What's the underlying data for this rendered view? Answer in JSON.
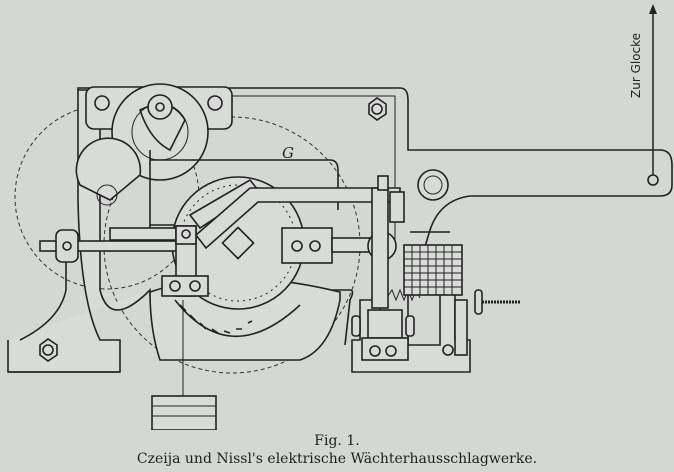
{
  "figure": {
    "labels": {
      "lever": "G",
      "to_bell": "Zur Glocke"
    },
    "number": "Fig. 1.",
    "caption": "Czeija und Nissl's elektrische Wächterhausschlagwerke."
  }
}
